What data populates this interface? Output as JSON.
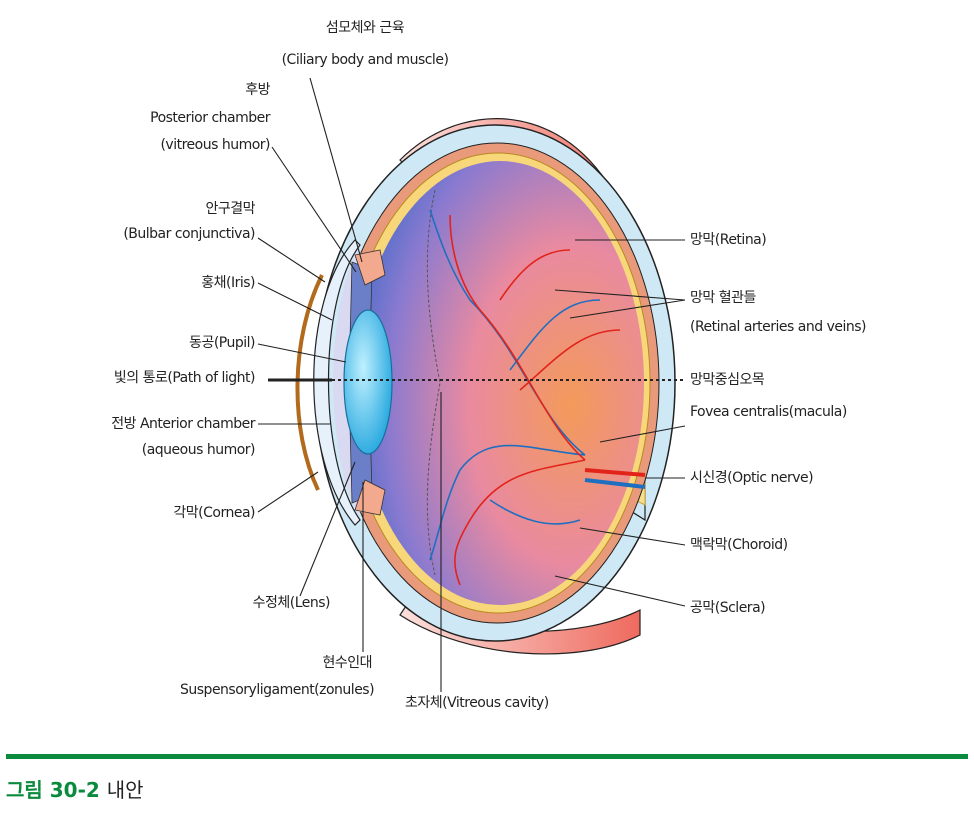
{
  "labels": {
    "ciliary_ko": "섬모체와 근육",
    "ciliary_en": "(Ciliary body and muscle)",
    "posterior_ko": "후방",
    "posterior_en": "Posterior chamber",
    "posterior_en2": "(vitreous humor)",
    "conjunctiva_ko": "안구결막",
    "conjunctiva_en": "(Bulbar conjunctiva)",
    "iris": "홍채(Iris)",
    "pupil": "동공(Pupil)",
    "path_of_light": "빛의 통로(Path of light)",
    "anterior": "전방 Anterior chamber",
    "anterior_en2": "(aqueous humor)",
    "cornea": "각막(Cornea)",
    "lens": "수정체(Lens)",
    "zonules_ko": "현수인대",
    "zonules_en": "Suspensoryligament(zonules)",
    "vitreous_cavity": "초자체(Vitreous cavity)",
    "retina": "망막(Retina)",
    "vessels_ko": "망막 혈관들",
    "vessels_en": "(Retinal arteries and veins)",
    "fovea_ko": "망막중심오목",
    "fovea_en": "Fovea centralis(macula)",
    "optic_nerve": "시신경(Optic nerve)",
    "choroid": "맥락막(Choroid)",
    "sclera": "공막(Sclera)"
  },
  "caption": {
    "number": "그림 30-2",
    "title": "내안"
  },
  "colors": {
    "accent_green": "#0a8a3c",
    "sclera_blue": "#cfe8f5",
    "retina_yellow": "#f7d77a",
    "vessel_red": "#e2231a",
    "vessel_blue": "#1f6fc0"
  }
}
